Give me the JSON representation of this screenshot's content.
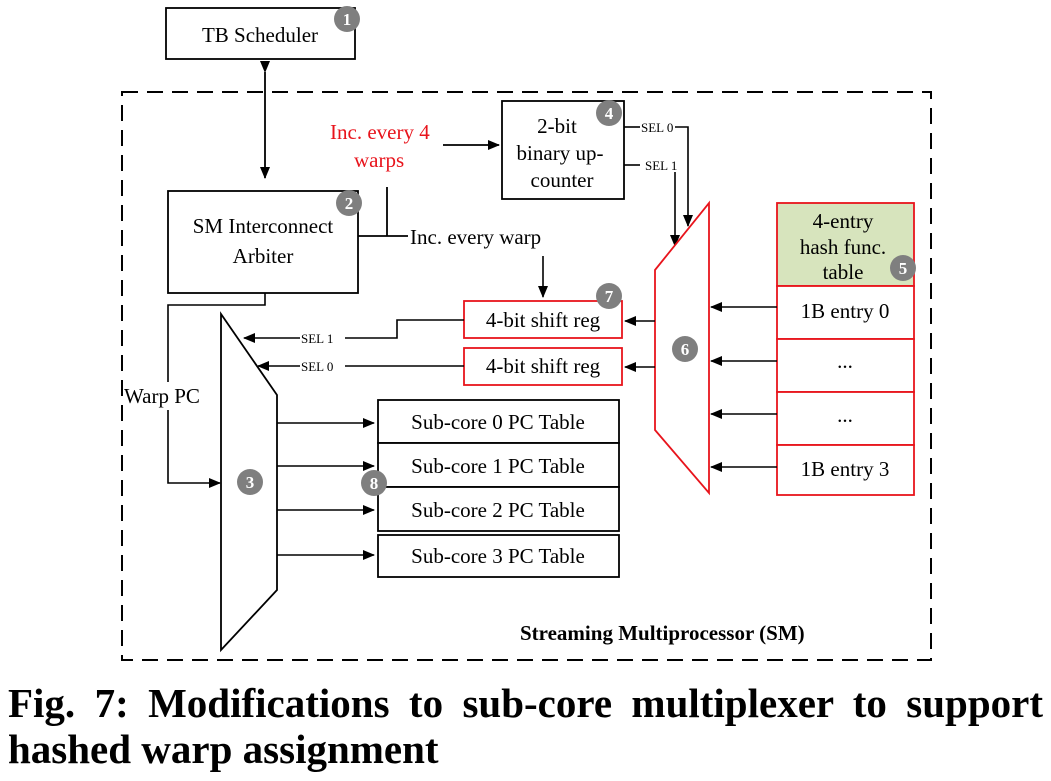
{
  "labels": {
    "tb_scheduler": "TB Scheduler",
    "sm_arbiter_line1": "SM Interconnect",
    "sm_arbiter_line2": "Arbiter",
    "inc_every_4_line1": "Inc. every 4",
    "inc_every_4_line2": "warps",
    "inc_every_warp": "Inc. every warp",
    "counter_line1": "2-bit",
    "counter_line2": "binary up-",
    "counter_line3": "counter",
    "sel0_top": "SEL 0",
    "sel1_top": "SEL 1",
    "sel1_left": "SEL 1",
    "sel0_left": "SEL 0",
    "shift_reg_1": "4-bit shift reg",
    "shift_reg_2": "4-bit shift reg",
    "hash_line1": "4-entry",
    "hash_line2": "hash func.",
    "hash_line3": "table",
    "entry0": "1B entry 0",
    "dots1": "...",
    "dots2": "...",
    "entry3": "1B entry 3",
    "warp_pc": "Warp PC",
    "pc_table_0": "Sub-core 0 PC Table",
    "pc_table_1": "Sub-core 1 PC Table",
    "pc_table_2": "Sub-core 2 PC Table",
    "pc_table_3": "Sub-core 3 PC Table",
    "sm_label": "Streaming Multiprocessor (SM)"
  },
  "badges": [
    "1",
    "2",
    "3",
    "4",
    "5",
    "6",
    "7",
    "8"
  ],
  "caption": "Fig. 7: Modifications to sub-core multiplexer to support hashed warp assignment",
  "colors": {
    "highlight_red": "#e8141c",
    "hash_table_fill": "#d7e4bd",
    "badge_gray": "#7f7f7f",
    "line": "#000000"
  }
}
